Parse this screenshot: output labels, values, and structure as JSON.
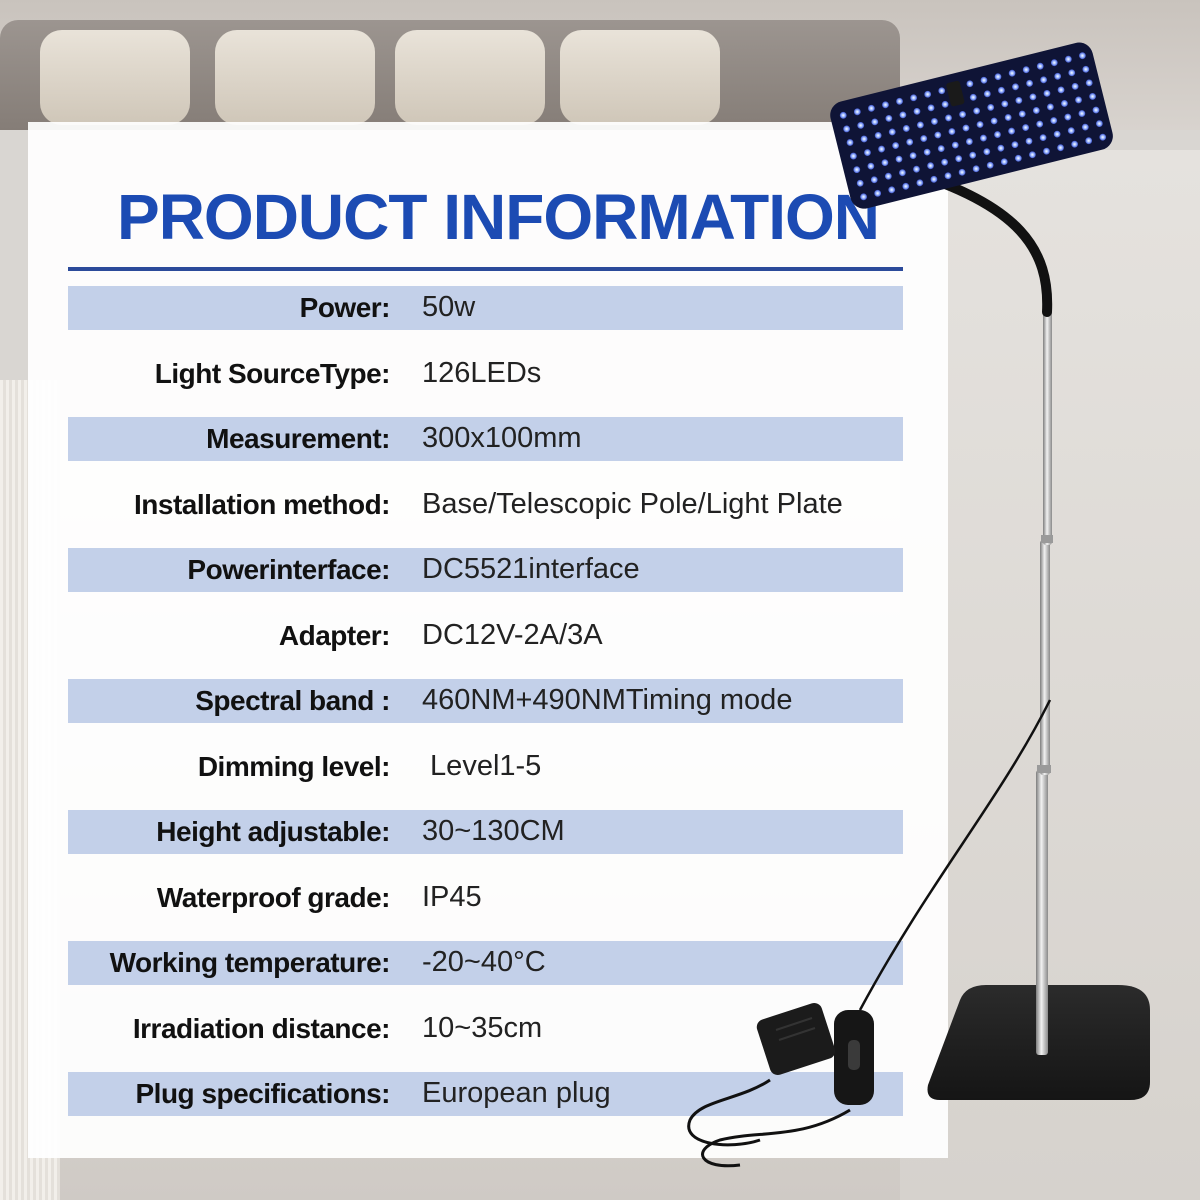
{
  "title": "PRODUCT INFORMATION",
  "accent_color": "#1c4bb3",
  "row_shade_color": "#c3d0e9",
  "specs": [
    {
      "label": "Power:",
      "value": "50w"
    },
    {
      "label": "Light SourceType:",
      "value": "126LEDs"
    },
    {
      "label": "Measurement:",
      "value": "300x100mm"
    },
    {
      "label": "Installation method:",
      "value": "Base/Telescopic Pole/Light Plate"
    },
    {
      "label": "Powerinterface:",
      "value": "DC5521interface"
    },
    {
      "label": "Adapter:",
      "value": "DC12V-2A/3A"
    },
    {
      "label": "Spectral band :",
      "value": "460NM+490NMTiming mode"
    },
    {
      "label": "Dimming level:",
      "value": " Level1-5"
    },
    {
      "label": "Height adjustable:",
      "value": "30~130CM"
    },
    {
      "label": "Waterproof grade:",
      "value": "IP45"
    },
    {
      "label": "Working temperature:",
      "value": "-20~40°C"
    },
    {
      "label": "Irradiation distance:",
      "value": "10~35cm"
    },
    {
      "label": "Plug specifications:",
      "value": "European plug"
    }
  ]
}
